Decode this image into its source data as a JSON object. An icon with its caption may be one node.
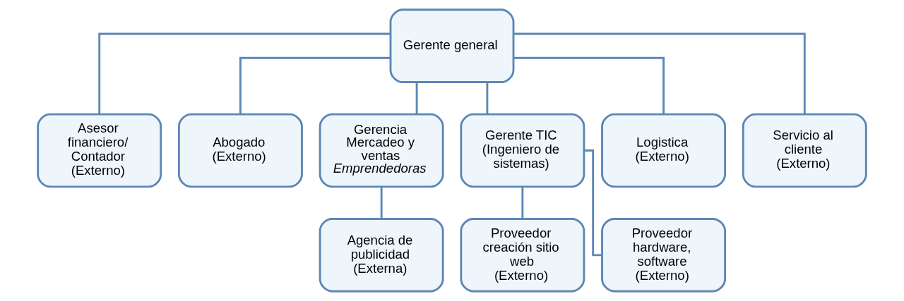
{
  "diagram": {
    "nodes": [
      {
        "text": [
          "Gerente general"
        ]
      },
      {
        "text": [
          "Asesor financiero/ Contador",
          "(Externo)"
        ]
      },
      {
        "text": [
          "Abogado",
          "(Externo)"
        ]
      },
      {
        "text": [
          "Gerencia Mercadeo y ventas",
          "*Emprendedoras*"
        ]
      },
      {
        "text": [
          "Gerente TIC",
          "(Ingeniero de sistemas)"
        ]
      },
      {
        "text": [
          "Logistica",
          "(Externo)"
        ]
      },
      {
        "text": [
          "Servicio al cliente",
          "(Externo)"
        ]
      },
      {
        "text": [
          "Agencia de publicidad",
          "(Externa)"
        ]
      },
      {
        "text": [
          "Proveedor creación sitio web",
          "(Externo)"
        ]
      },
      {
        "text": [
          "Proveedor hardware, software",
          "(Externo)"
        ]
      }
    ],
    "edges": [
      {
        "from": 0,
        "to": 1,
        "arrow": "none"
      },
      {
        "from": 0,
        "to": 2,
        "arrow": "none"
      },
      {
        "from": 0,
        "to": 3,
        "arrow": "none"
      },
      {
        "from": 0,
        "to": 4,
        "arrow": "none"
      },
      {
        "from": 0,
        "to": 5,
        "arrow": "none"
      },
      {
        "from": 0,
        "to": 6,
        "arrow": "none"
      },
      {
        "from": 3,
        "to": 7,
        "arrow": "none"
      },
      {
        "from": 4,
        "to": 8,
        "arrow": "none"
      },
      {
        "from": 4,
        "to": 9,
        "arrow": "none"
      }
    ]
  }
}
